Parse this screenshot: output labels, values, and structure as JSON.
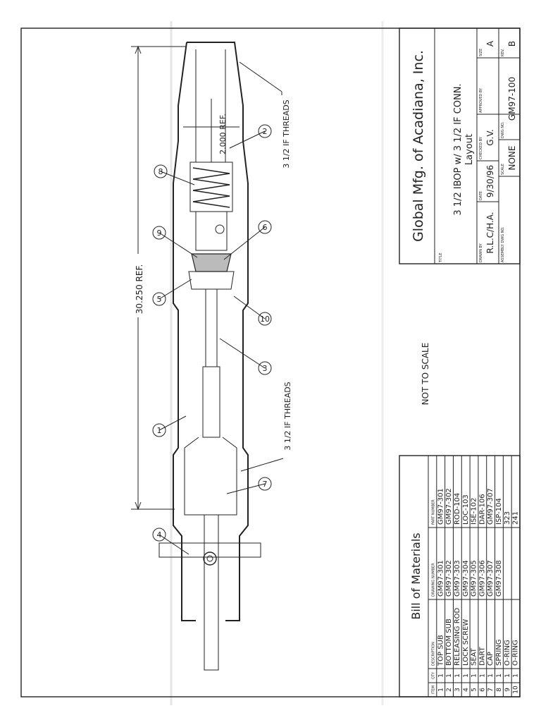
{
  "drawing": {
    "dimensions": {
      "overall": "30.250 REF.",
      "inner": "2.000 REF."
    },
    "thread_callouts": {
      "top": "3 1/2 IF THREADS",
      "bottom": "3 1/2 IF THREADS"
    },
    "balloons": [
      "1",
      "2",
      "3",
      "4",
      "5",
      "6",
      "7",
      "8",
      "9",
      "10"
    ],
    "not_to_scale": "NOT TO SCALE"
  },
  "title_block": {
    "company": "Global Mfg. of Acadiana, Inc.",
    "title_caption": "TITLE",
    "title_line1": "3 1/2 IBOP w/ 3 1/2 IF CONN.",
    "title_line2": "Layout",
    "drawn_by_caption": "DRAWN BY",
    "drawn_by": "R.L.C/H.A.",
    "date_caption": "DATE",
    "date": "9/30/96",
    "checked_by_caption": "CHECKED BY",
    "checked_by": "G.V.",
    "approved_by_caption": "APPROVED BY",
    "approved_by": "",
    "size_caption": "SIZE",
    "size": "A",
    "assembly_caption": "ASSEMBLY DWG NO.",
    "assembly": "",
    "scale_caption": "SCALE",
    "scale": "NONE",
    "dwg_no_caption": "DWG NO.",
    "dwg_no": "GM97-100",
    "rev_caption": "REV.",
    "rev": "B"
  },
  "bom": {
    "title": "Bill of Materials",
    "headers": [
      "ITEM",
      "QTY",
      "DESCRIPTION",
      "DRAWING NUMBER",
      "PART NUMBER"
    ],
    "rows": [
      [
        "1",
        "1",
        "TOP SUB",
        "GM97-301",
        "GM97-301"
      ],
      [
        "2",
        "1",
        "BOTTOM SUB",
        "GM97-302",
        "GM97-302"
      ],
      [
        "3",
        "1",
        "RELEASING ROD",
        "GM97-303",
        "ROD-104"
      ],
      [
        "4",
        "1",
        "LOCK SCREW",
        "GM97-304",
        "LOC-103"
      ],
      [
        "5",
        "1",
        "SEAT",
        "GM97-305",
        "ISE-102"
      ],
      [
        "6",
        "1",
        "DART",
        "GM97-306",
        "DAR-106"
      ],
      [
        "7",
        "1",
        "CAP",
        "GM97-307",
        "GM97-307"
      ],
      [
        "8",
        "1",
        "SPRING",
        "GM97-308",
        "ISP-104"
      ],
      [
        "9",
        "1",
        "O-RING",
        "",
        "323"
      ],
      [
        "10",
        "1",
        "O-RING",
        "",
        "241"
      ]
    ]
  }
}
